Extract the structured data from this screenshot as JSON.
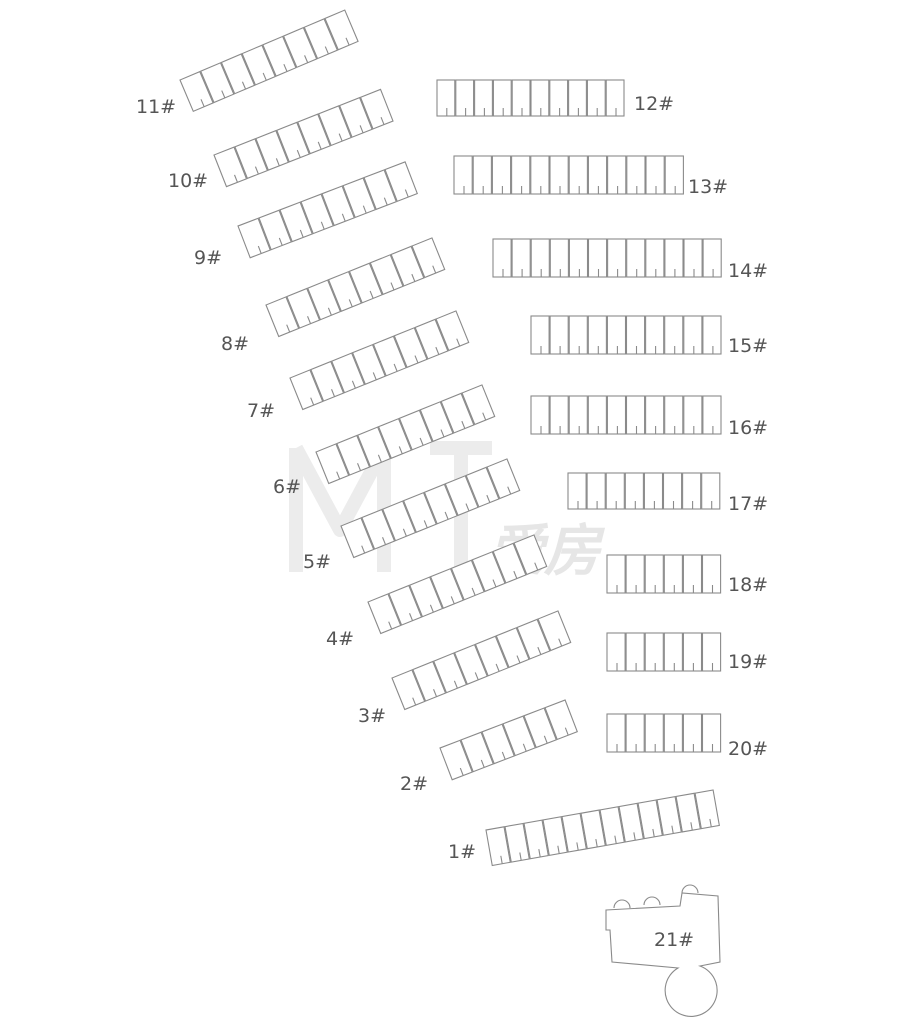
{
  "watermark": {
    "text": "爱房"
  },
  "buildings": [
    {
      "id": "1",
      "label": "1#"
    },
    {
      "id": "2",
      "label": "2#"
    },
    {
      "id": "3",
      "label": "3#"
    },
    {
      "id": "4",
      "label": "4#"
    },
    {
      "id": "5",
      "label": "5#"
    },
    {
      "id": "6",
      "label": "6#"
    },
    {
      "id": "7",
      "label": "7#"
    },
    {
      "id": "8",
      "label": "8#"
    },
    {
      "id": "9",
      "label": "9#"
    },
    {
      "id": "10",
      "label": "10#"
    },
    {
      "id": "11",
      "label": "11#"
    },
    {
      "id": "12",
      "label": "12#"
    },
    {
      "id": "13",
      "label": "13#"
    },
    {
      "id": "14",
      "label": "14#"
    },
    {
      "id": "15",
      "label": "15#"
    },
    {
      "id": "16",
      "label": "16#"
    },
    {
      "id": "17",
      "label": "17#"
    },
    {
      "id": "18",
      "label": "18#"
    },
    {
      "id": "19",
      "label": "19#"
    },
    {
      "id": "20",
      "label": "20#"
    },
    {
      "id": "21",
      "label": "21#"
    }
  ]
}
